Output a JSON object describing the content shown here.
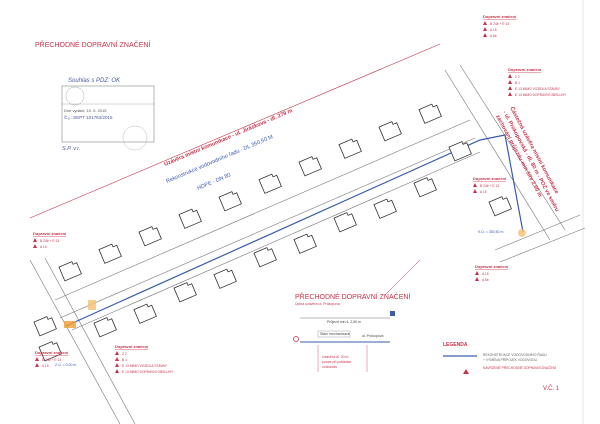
{
  "title": "PŘECHODNÉ DOPRAVNÍ ZNAČENÍ",
  "stamp": {
    "handwritten_top": "Souhlas s PDZ: OK",
    "line1": "Dne vydání: 19. 5. 2015",
    "line2": "Č.j.: SEPT 101763/2015",
    "handwritten_bottom": "S.P. v.r."
  },
  "closure_main": "Uzávěra místní komunikace - ul. Jiráskova - dl. 279 m",
  "pipe_label": "Rekonstrukce vodovodního řadu - DL 350,50 M",
  "pipe_material": "HDPE - DN 80",
  "closure_side": [
    "Částečná uzávěra místní komunikace",
    "- ul. Prokopovská - dl. 80 m - POZ ve směru",
    "zachování průjezdu min šíře 2,60 m"
  ],
  "callouts": [
    {
      "heading": "Dopravní značení",
      "signs": [
        "B 24b + E 13",
        "A 15",
        "A 6b"
      ]
    },
    {
      "heading": "Dopravní značení",
      "signs": [
        "Z 2",
        "B 1",
        "E 13 MIMO VOZIDLA STAVBY",
        "E 13 MIMO DOPRAVNÍ OBSLUHY"
      ]
    },
    {
      "heading": "Dopravní značení",
      "signs": [
        "B 24b + E 13",
        "A 15"
      ]
    },
    {
      "heading": "Dopravní značení",
      "signs": [
        "A 15",
        "A 6b"
      ]
    },
    {
      "heading": "Dopravní značení",
      "signs": [
        "B 24b + E 13",
        "A 15"
      ]
    },
    {
      "heading": "Dopravní značení",
      "signs": [
        "Z 2",
        "B 1",
        "E 13 MIMO VOZIDLA STAVBY",
        "E 13 MIMO DOPRAVNÍ OBSLUHY"
      ]
    },
    {
      "heading": "Dopravní značení",
      "signs": [
        "B 24b + E 13",
        "A 15"
      ]
    }
  ],
  "chainage_end": "K.Ú. = 350,50 m",
  "chainage_start": "Z.Ú. = 0,00 m",
  "detail": {
    "title": "PŘECHODNÉ DOPRAVNÍ ZNAČENÍ",
    "subtitle": "Úplná uzávěra ul. Prokopova",
    "passage": "Průjezd min š. 2,60 m",
    "machinery": "Stání mechanizace",
    "street": "ul. Prokopova",
    "closure_note": [
      "Uzávěra dl. 20 m",
      "pouze při pokládce",
      "vodovodu"
    ]
  },
  "legend": {
    "title": "LEGENDA",
    "items": [
      {
        "label": "REKONSTRUKCE VODOVODNÍHO ŘADU",
        "label2": "+ VÝMĚNA PŘÍPOJEK VODOVODU",
        "color": "#3a5cae"
      },
      {
        "label": "NAVRŽENÉ PŘECHODNÉ DOPRAVNÍ ZNAČENÍ",
        "color": "#c8324a"
      }
    ]
  },
  "drawing_number": "V.Č. 1",
  "colors": {
    "red": "#c8324a",
    "blue": "#3a5cae",
    "line": "#555555"
  }
}
